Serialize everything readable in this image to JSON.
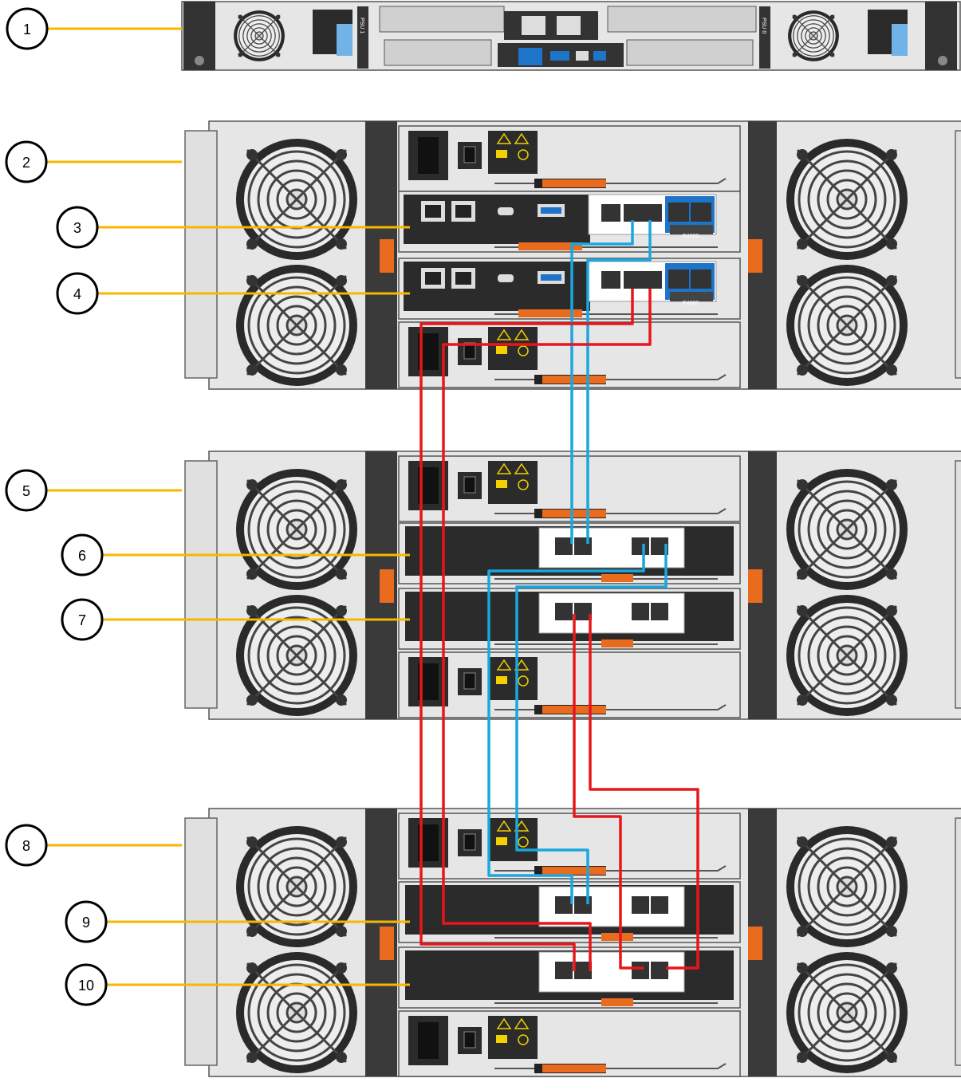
{
  "callouts": [
    {
      "number": "1"
    },
    {
      "number": "2"
    },
    {
      "number": "3"
    },
    {
      "number": "4"
    },
    {
      "number": "5"
    },
    {
      "number": "6"
    },
    {
      "number": "7"
    },
    {
      "number": "8"
    },
    {
      "number": "9"
    },
    {
      "number": "10"
    }
  ],
  "appliance": {
    "psu_left_label": "PSU 1",
    "psu_right_label": "PSU 0"
  },
  "controller_model_label": "E4000",
  "colors": {
    "callout_leader": "#F5B800",
    "cable_blue": "#1BA6E0",
    "cable_red": "#E8161B",
    "chassis": "#E6E6E6",
    "module_dark": "#2B2B2B",
    "handle_orange": "#E96B1E",
    "port_blue": "#1E74C8"
  },
  "icons": [
    "fan-icon",
    "power-inlet-icon",
    "power-switch-icon",
    "warning-label-icon",
    "rj45-port-icon",
    "usb-port-icon",
    "sfp-port-icon",
    "sas-port-icon",
    "handle-latch-icon"
  ]
}
